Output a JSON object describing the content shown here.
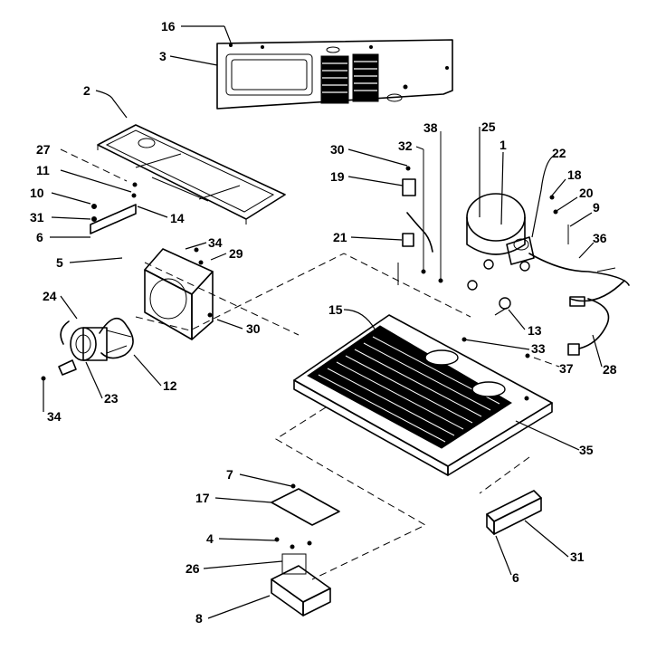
{
  "callouts": {
    "c16": "16",
    "c3": "3",
    "c2": "2",
    "c27": "27",
    "c11": "11",
    "c10": "10",
    "c31a": "31",
    "c14": "14",
    "c6a": "6",
    "c34a": "34",
    "c29": "29",
    "c5": "5",
    "c24": "24",
    "c30a": "30",
    "c12": "12",
    "c23": "23",
    "c34b": "34",
    "c38": "38",
    "c25": "25",
    "c30b": "30",
    "c32": "32",
    "c1": "1",
    "c22": "22",
    "c18": "18",
    "c19": "19",
    "c20": "20",
    "c9": "9",
    "c21": "21",
    "c36": "36",
    "c15": "15",
    "c13": "13",
    "c33": "33",
    "c37": "37",
    "c28": "28",
    "c35": "35",
    "c7": "7",
    "c17": "17",
    "c4": "4",
    "c26": "26",
    "c8": "8",
    "c31b": "31",
    "c6b": "6"
  }
}
